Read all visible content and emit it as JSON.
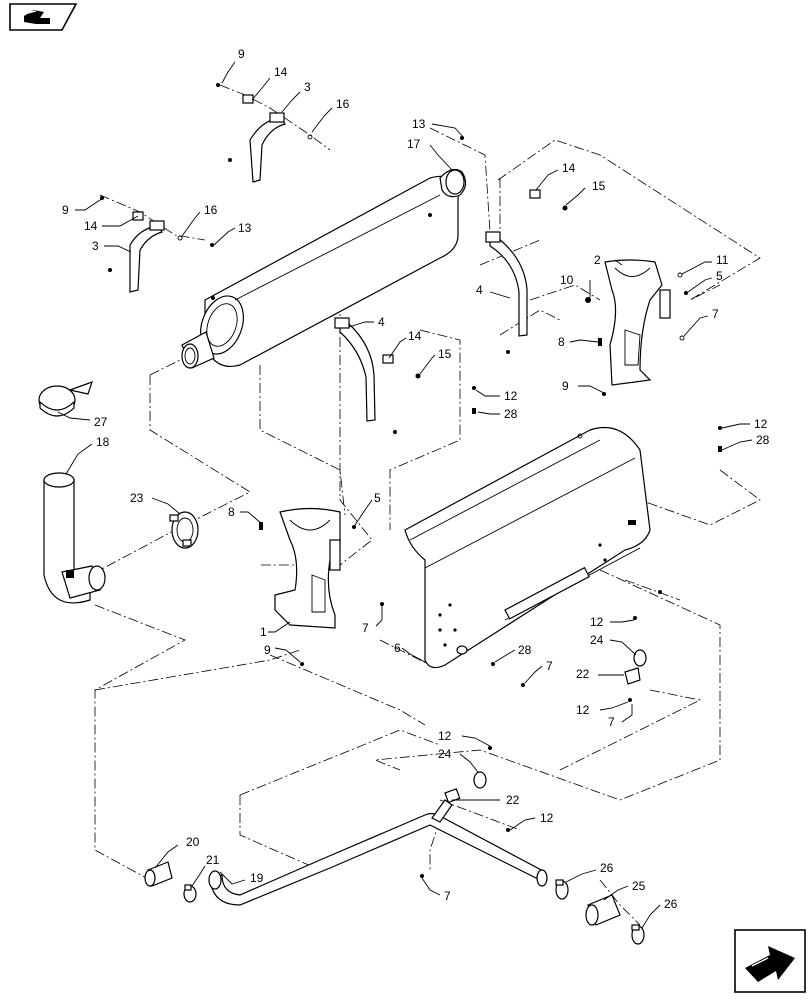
{
  "diagram": {
    "callouts": [
      {
        "id": "c9a",
        "label": "9"
      },
      {
        "id": "c14a",
        "label": "14"
      },
      {
        "id": "c3a",
        "label": "3"
      },
      {
        "id": "c16a",
        "label": "16"
      },
      {
        "id": "c13a",
        "label": "13"
      },
      {
        "id": "c17",
        "label": "17"
      },
      {
        "id": "c14b",
        "label": "14"
      },
      {
        "id": "c15a",
        "label": "15"
      },
      {
        "id": "c9b",
        "label": "9"
      },
      {
        "id": "c16b",
        "label": "16"
      },
      {
        "id": "c14c",
        "label": "14"
      },
      {
        "id": "c13b",
        "label": "13"
      },
      {
        "id": "c3b",
        "label": "3"
      },
      {
        "id": "c2",
        "label": "2"
      },
      {
        "id": "c11",
        "label": "11"
      },
      {
        "id": "c10",
        "label": "10"
      },
      {
        "id": "c5a",
        "label": "5"
      },
      {
        "id": "c4a",
        "label": "4"
      },
      {
        "id": "c7a",
        "label": "7"
      },
      {
        "id": "c4b",
        "label": "4"
      },
      {
        "id": "c14d",
        "label": "14"
      },
      {
        "id": "c8a",
        "label": "8"
      },
      {
        "id": "c15b",
        "label": "15"
      },
      {
        "id": "c9c",
        "label": "9"
      },
      {
        "id": "c27",
        "label": "27"
      },
      {
        "id": "c12a",
        "label": "12"
      },
      {
        "id": "c28a",
        "label": "28"
      },
      {
        "id": "c12b",
        "label": "12"
      },
      {
        "id": "c18",
        "label": "18"
      },
      {
        "id": "c28b",
        "label": "28"
      },
      {
        "id": "c23",
        "label": "23"
      },
      {
        "id": "c5b",
        "label": "5"
      },
      {
        "id": "c8b",
        "label": "8"
      },
      {
        "id": "c7b",
        "label": "7"
      },
      {
        "id": "c12c",
        "label": "12"
      },
      {
        "id": "c1",
        "label": "1"
      },
      {
        "id": "c24a",
        "label": "24"
      },
      {
        "id": "c6",
        "label": "6"
      },
      {
        "id": "c28c",
        "label": "28"
      },
      {
        "id": "c9d",
        "label": "9"
      },
      {
        "id": "c22a",
        "label": "22"
      },
      {
        "id": "c7c",
        "label": "7"
      },
      {
        "id": "c12d",
        "label": "12"
      },
      {
        "id": "c7d",
        "label": "7"
      },
      {
        "id": "c12e",
        "label": "12"
      },
      {
        "id": "c24b",
        "label": "24"
      },
      {
        "id": "c22b",
        "label": "22"
      },
      {
        "id": "c12f",
        "label": "12"
      },
      {
        "id": "c20",
        "label": "20"
      },
      {
        "id": "c21",
        "label": "21"
      },
      {
        "id": "c19",
        "label": "19"
      },
      {
        "id": "c7e",
        "label": "7"
      },
      {
        "id": "c26a",
        "label": "26"
      },
      {
        "id": "c25",
        "label": "25"
      },
      {
        "id": "c26b",
        "label": "26"
      }
    ]
  },
  "nav": {
    "top_icon": "back-arrow-icon",
    "bottom_icon": "next-arrow-icon"
  },
  "colors": {
    "ink": "#000000",
    "paper": "#ffffff"
  }
}
